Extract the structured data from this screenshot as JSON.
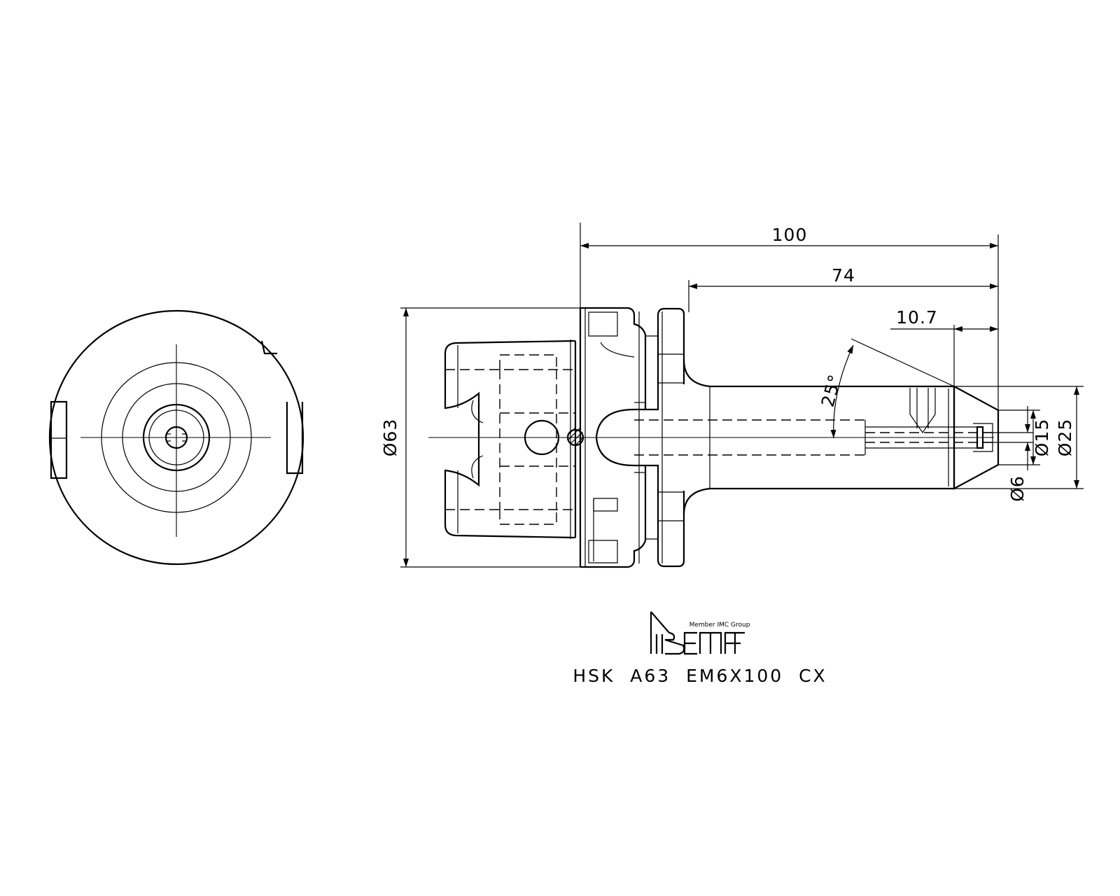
{
  "drawing": {
    "dimensions": {
      "overall_length": "100",
      "projection_length": "74",
      "nose_length": "10.7",
      "taper_angle": "25°",
      "flange_diameter": "Ø63",
      "bore_diameter": "Ø6",
      "nose_diameter": "Ø15",
      "shank_diameter": "Ø25"
    },
    "logo": {
      "tagline": "Member IMC Group",
      "brand": "iscar"
    },
    "part_number": "HSK  A63  EM6X100  CX"
  }
}
